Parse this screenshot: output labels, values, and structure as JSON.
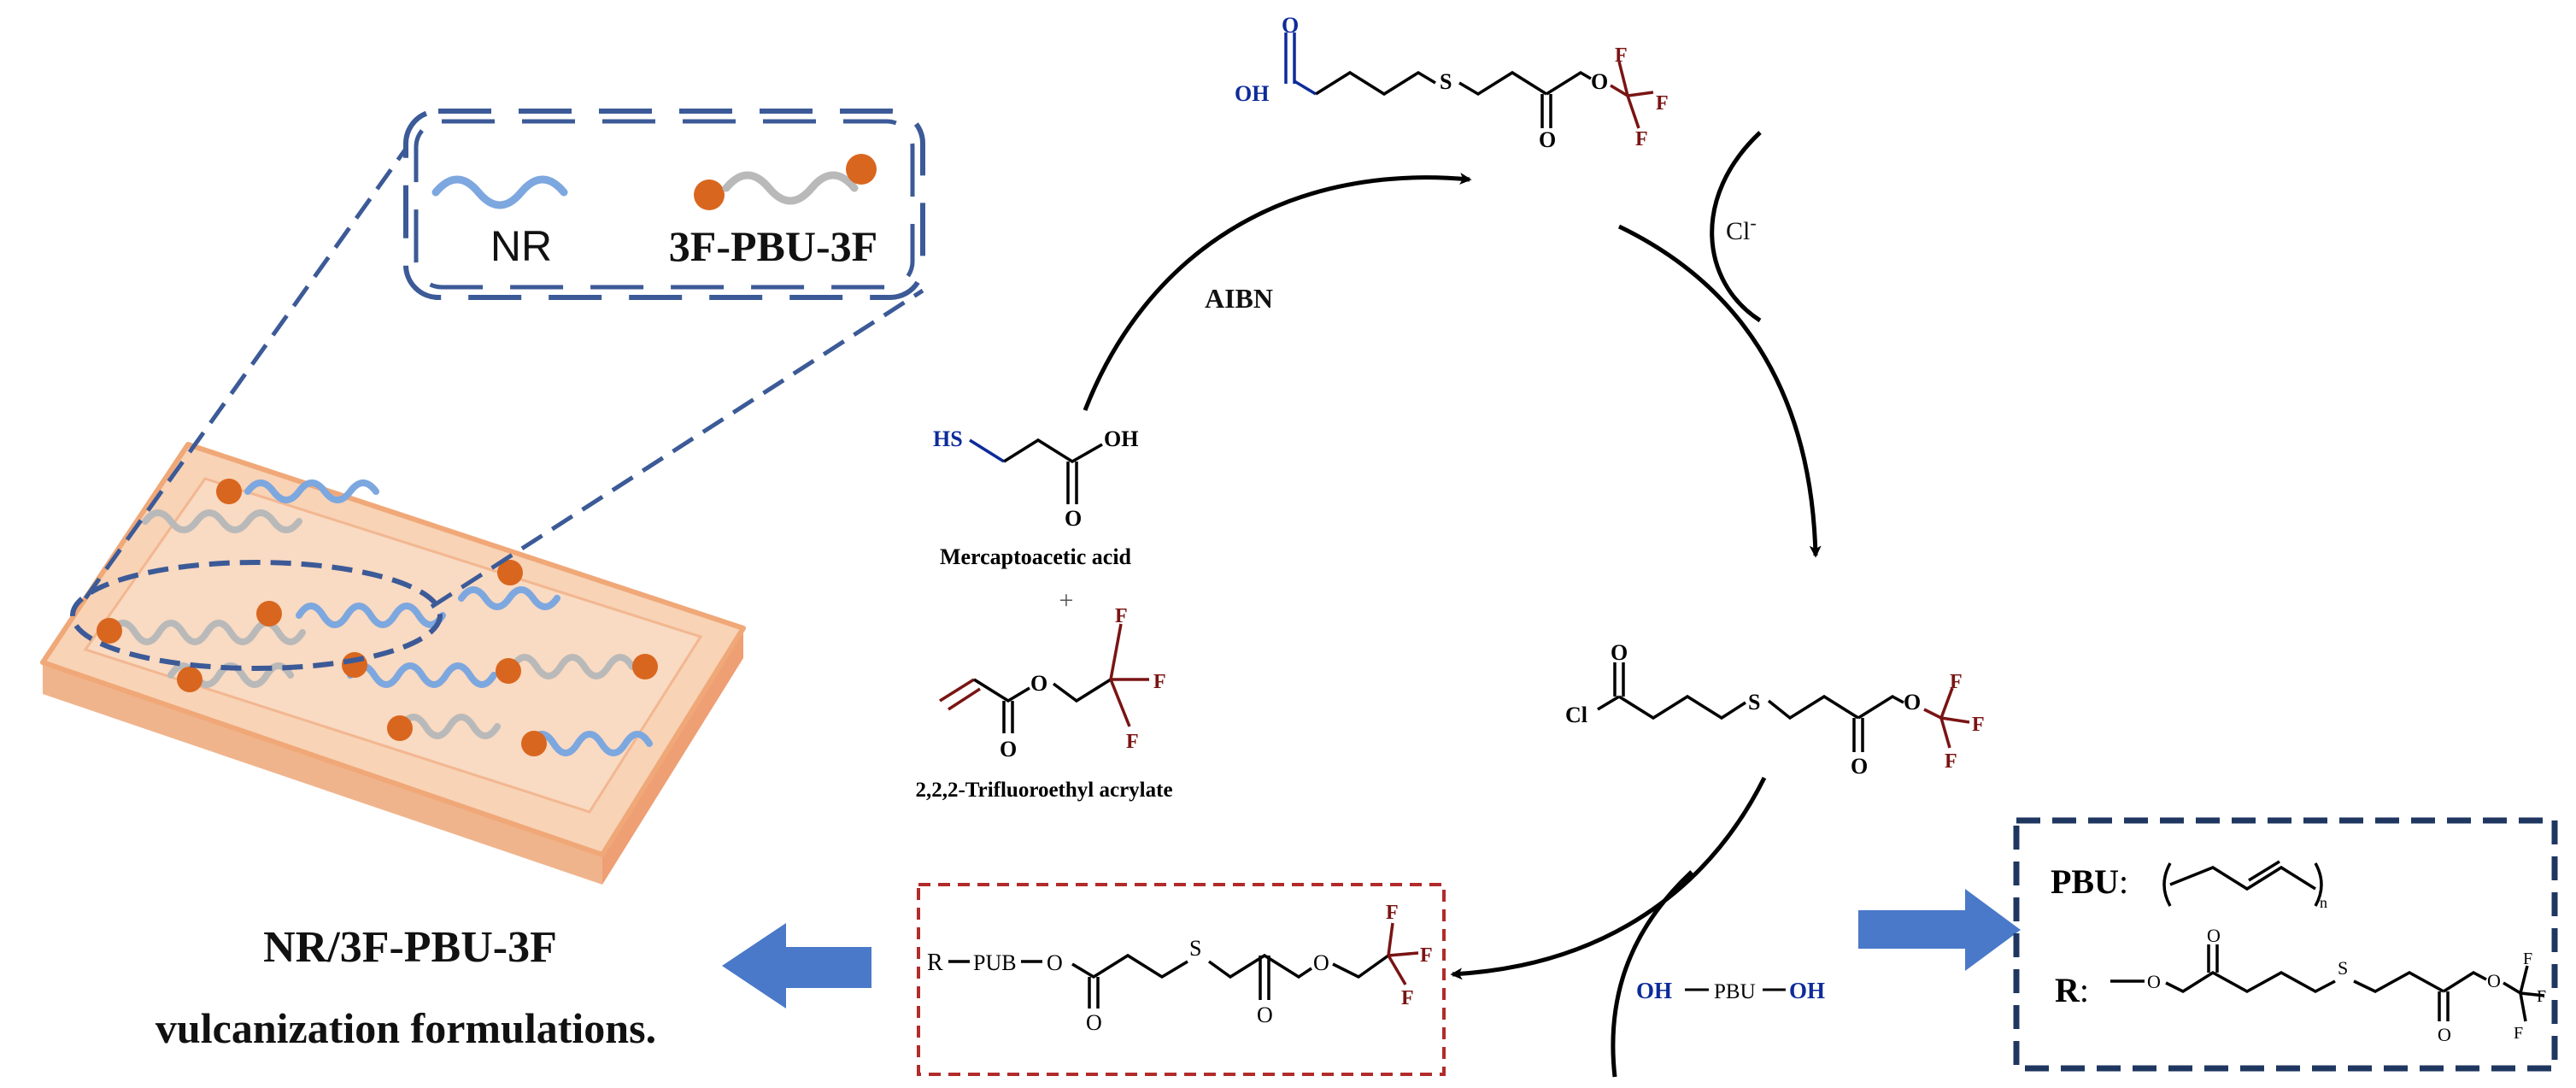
{
  "colors": {
    "nr_chain": "#7da7df",
    "pbu_chain": "#b9b9b9",
    "end_bead": "#d9661f",
    "slab": "#f6c8a6",
    "slab_edge": "#ec9d6f",
    "dash_blue": "#3c5a97",
    "navy_box": "#1f3760",
    "red_box": "#b22b2b",
    "fluorine": "#7a1414",
    "hydroxyl_blue": "#0d2b9a",
    "block_arrow": "#4a79c9"
  },
  "inset": {
    "nr_label": "NR",
    "pbu_label": "3F-PBU-3F"
  },
  "labels": {
    "aibn": "AIBN",
    "chloride": "Cl",
    "chloride_charge": "-",
    "reagent1_name": "Mercaptoacetic acid",
    "plus": "+",
    "reagent2_name": "2,2,2-Trifluoroethyl acrylate",
    "title_line1": "NR/3F-PBU-3F",
    "title_line2": "vulcanization formulations",
    "title_period": ".",
    "pbu_oh_left": "OH",
    "pbu_oh_mid": "PBU",
    "pbu_oh_right": "OH",
    "legend_pbu": "PBU",
    "legend_r": "R",
    "legend_colon": ":",
    "product_r": "R",
    "product_pub": "PUB"
  },
  "atoms": {
    "oxygen": "O",
    "sulfur": "S",
    "fluorine": "F",
    "chlorine": "Cl",
    "hydroxyl": "OH",
    "thiol": "HS",
    "subscript_n": "n"
  }
}
